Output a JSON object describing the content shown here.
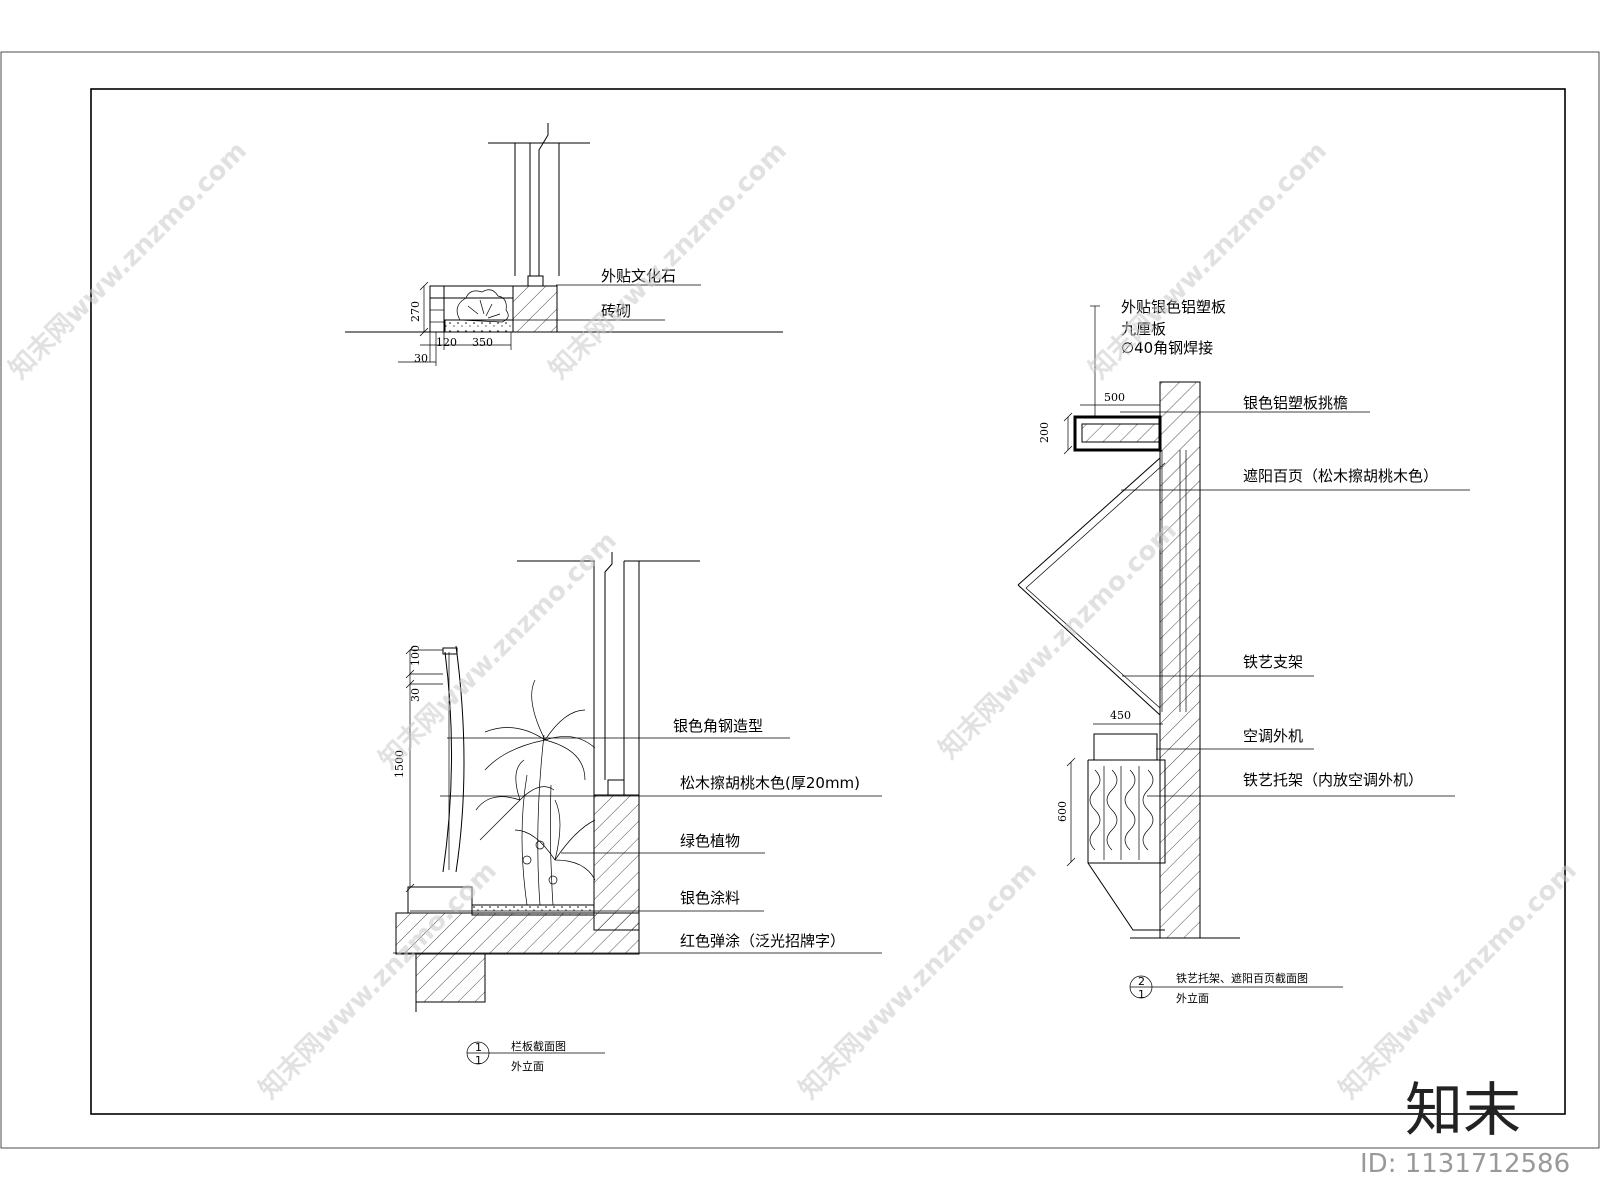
{
  "top_detail": {
    "labels": [
      "外贴文化石",
      "砖砌"
    ],
    "dims": [
      "270",
      "120",
      "350",
      "30"
    ]
  },
  "left_detail": {
    "labels": [
      "银色角钢造型",
      "松木擦胡桃木色(厚20mm)",
      "绿色植物",
      "银色涂料",
      "红色弹涂（泛光招牌字）"
    ],
    "dims": [
      "100",
      "30",
      "1500"
    ],
    "caption_num_top": "1",
    "caption_num_bottom": "1",
    "caption_title": "栏板截面图",
    "caption_sub": "外立面"
  },
  "right_detail": {
    "top_labels": [
      "外贴银色铝塑板",
      "九厘板",
      "∅40角钢焊接"
    ],
    "labels": [
      "银色铝塑板挑檐",
      "遮阳百页（松木擦胡桃木色）",
      "铁艺支架",
      "空调外机",
      "铁艺托架（内放空调外机）"
    ],
    "dims": [
      "500",
      "200",
      "450",
      "600"
    ],
    "caption_num_top": "2",
    "caption_num_bottom": "1",
    "caption_title": "铁艺托架、遮阳百页截面图",
    "caption_sub": "外立面"
  },
  "watermark": {
    "text": "知末网www.znzmo.com",
    "brand": "知末",
    "id": "ID: 1131712586"
  }
}
